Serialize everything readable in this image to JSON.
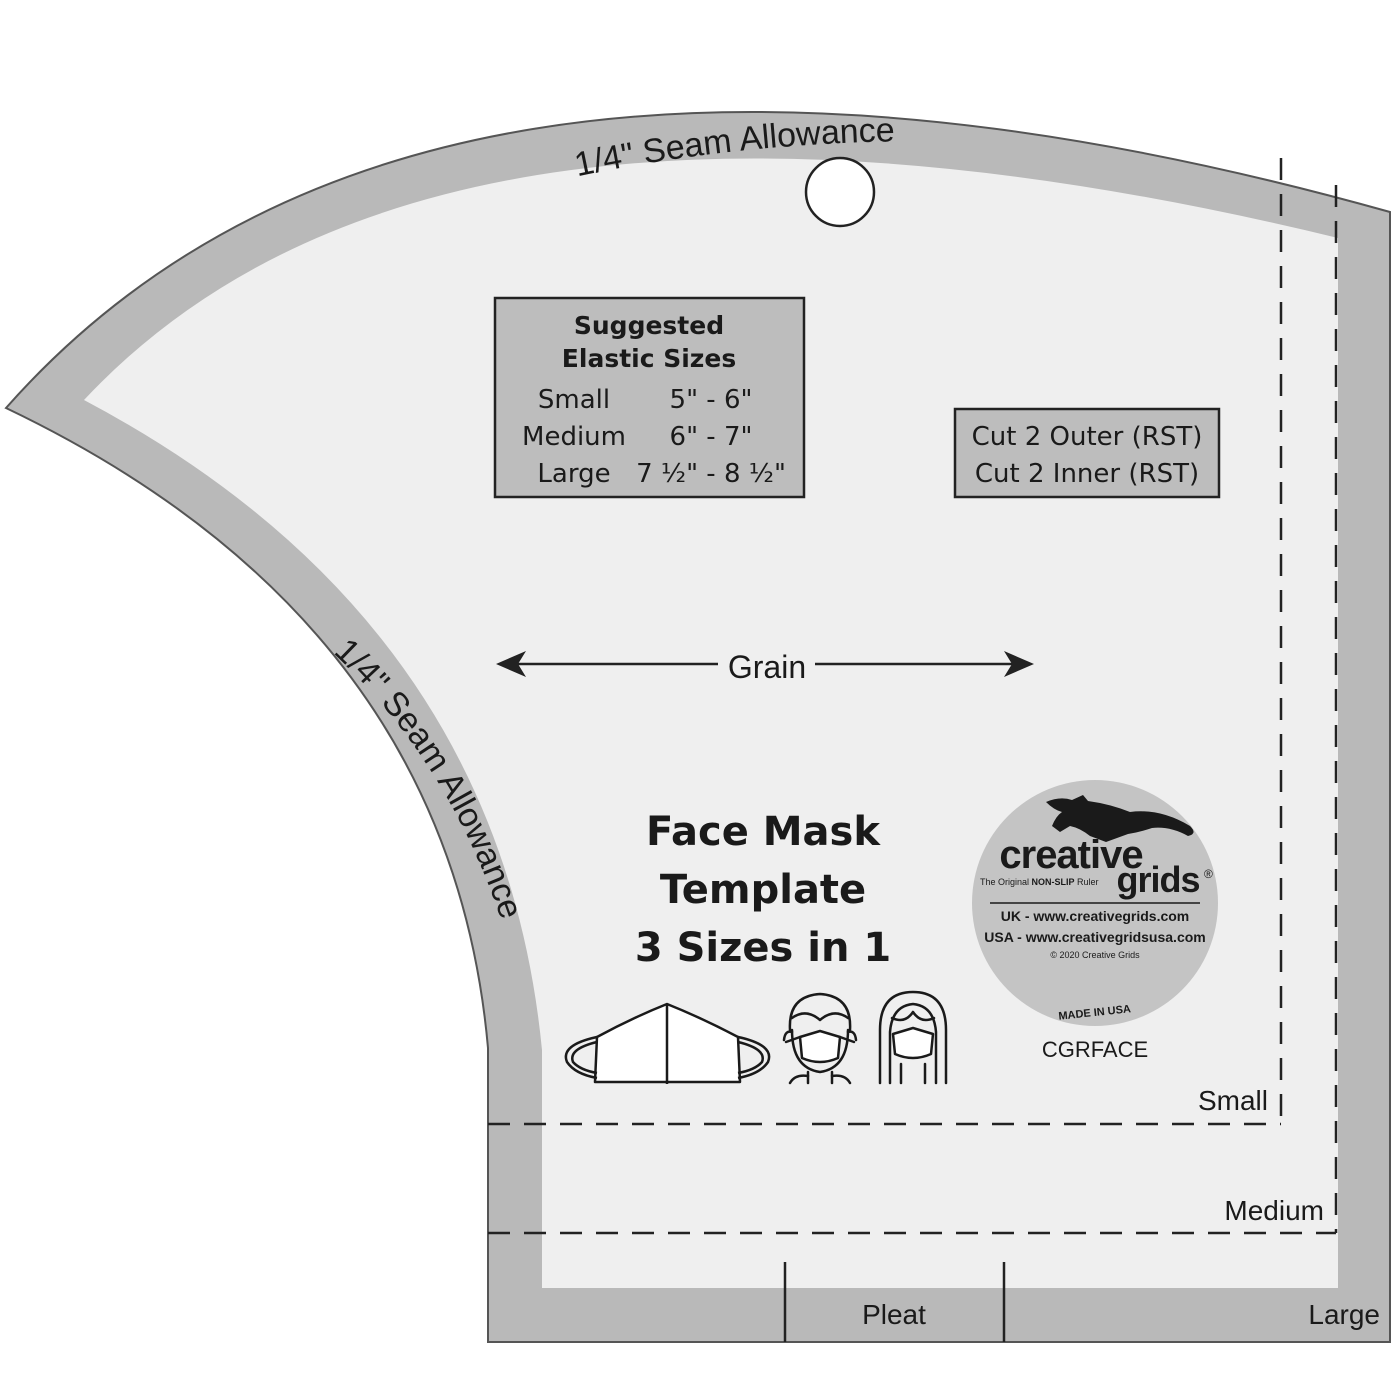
{
  "seam_allowance_top": "1/4\" Seam Allowance",
  "seam_allowance_side": "1/4\" Seam Allowance",
  "elastic": {
    "title_line1": "Suggested",
    "title_line2": "Elastic Sizes",
    "rows": [
      {
        "size": "Small",
        "range": "5\" - 6\""
      },
      {
        "size": "Medium",
        "range": "6\" - 7\""
      },
      {
        "size": "Large",
        "range": "7 ½\" - 8 ½\""
      }
    ]
  },
  "cut": {
    "line1": "Cut 2 Outer (RST)",
    "line2": "Cut 2 Inner (RST)"
  },
  "grain_label": "Grain",
  "title": {
    "line1": "Face Mask",
    "line2": "Template",
    "line3": "3 Sizes in 1"
  },
  "logo": {
    "brand_line1": "creative",
    "brand_line2": "grids",
    "registered": "®",
    "tag_pre": "The Original ",
    "tag_bold": "NON-SLIP",
    "tag_post": " Ruler",
    "uk_url": "UK - www.creativegrids.com",
    "usa_url": "USA - www.creativegridsusa.com",
    "copyright": "© 2020 Creative Grids",
    "made_in": "MADE IN USA",
    "product_code": "CGRFACE"
  },
  "size_labels": {
    "small": "Small",
    "medium": "Medium",
    "large": "Large"
  },
  "pleat_label": "Pleat",
  "icons": {
    "mask": "face-mask-icon",
    "person_short_hair": "person-short-hair-mask-icon",
    "person_long_hair": "person-long-hair-mask-icon",
    "fox": "fox-logo-icon"
  },
  "colors": {
    "template_fill": "#efefef",
    "seam_band": "#b9b9b9",
    "box_fill": "#bdbdbd",
    "logo_circle": "#c4c4c4",
    "ink": "#1a1a1a"
  }
}
